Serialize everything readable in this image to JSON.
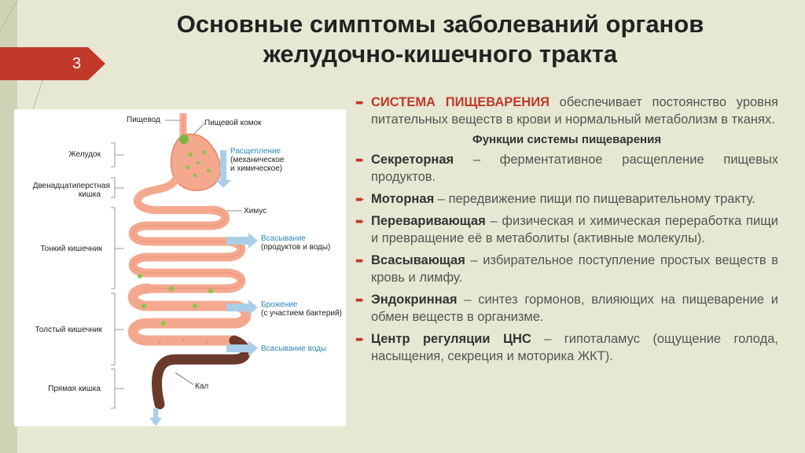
{
  "slide": {
    "title_line1": "Основные симптомы заболеваний органов",
    "title_line2": "желудочно-кишечного тракта",
    "number": "3"
  },
  "diagram": {
    "labels_left": [
      "Желудок",
      "Двенадцатиперстная",
      "кишка",
      "Тонкий кишечник",
      "Толстый кишечник",
      "Прямая кишка"
    ],
    "labels_top": [
      "Пищевод",
      "Пищевой комок",
      "Химус",
      "Кал"
    ],
    "stages": [
      {
        "title": "Расщепление",
        "note_1": "(механическое",
        "note_2": "и химическое)"
      },
      {
        "title": "Всасывание",
        "note_1": "(продуктов и воды)"
      },
      {
        "title": "Брожение",
        "note_1": "(с участием бактерий)"
      },
      {
        "title": "Всасывание воды"
      }
    ],
    "colors": {
      "intestine": "#f4a98f",
      "intestine_outline": "#e8826a",
      "stage_arrow": "#a9cfe8",
      "stage_text": "#2e86c1",
      "stool": "#5a2a1a"
    }
  },
  "content": {
    "intro": {
      "lead": "СИСТЕМА ПИЩЕВАРЕНИЯ",
      "text": " обеспечивает постоянство уровня питательных веществ в крови и нормальный метаболизм в тканях."
    },
    "functions_heading": "Функции системы пищеварения",
    "items": [
      {
        "term": "Секреторная",
        "text": " – ферментативное расщепление пищевых продуктов."
      },
      {
        "term": "Моторная",
        "text": " – передвижение пищи по пищеварительному тракту."
      },
      {
        "term": "Переваривающая",
        "text": " – физическая и химическая переработка пищи и превращение её в метаболиты (активные молекулы)."
      },
      {
        "term": "Всасывающая",
        "text": " – избирательное поступление простых веществ в кровь и лимфу."
      },
      {
        "term": "Эндокринная",
        "text": " – синтез гормонов, влияющих на пищеварение и обмен веществ в организме."
      },
      {
        "term": "Центр регуляции ЦНС",
        "text": " – гипоталамус (ощущение голода, насыщения, секреция и моторика ЖКТ)."
      }
    ],
    "accent_color": "#c0392b"
  }
}
